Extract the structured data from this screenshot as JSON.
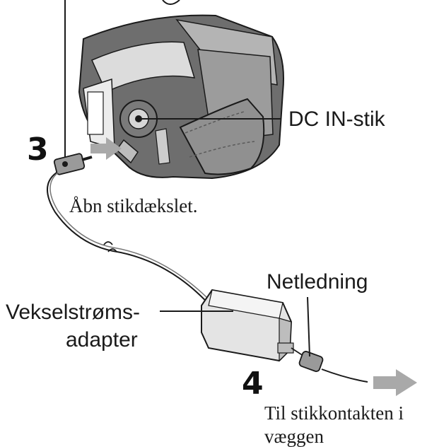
{
  "labels": {
    "dc_in": "DC IN-stik",
    "open_cover": "Åbn stikdækslet.",
    "ac_adapter_line1": "Vekselstrøms-",
    "ac_adapter_line2": "adapter",
    "power_cord": "Netledning",
    "wall_line1": "Til stikkontakten i",
    "wall_line2": "væggen"
  },
  "steps": {
    "step3": "3",
    "step4": "4"
  },
  "colors": {
    "line": "#1a1a1a",
    "arrow": "#a9a9a9",
    "body": "#8c8c8c"
  }
}
